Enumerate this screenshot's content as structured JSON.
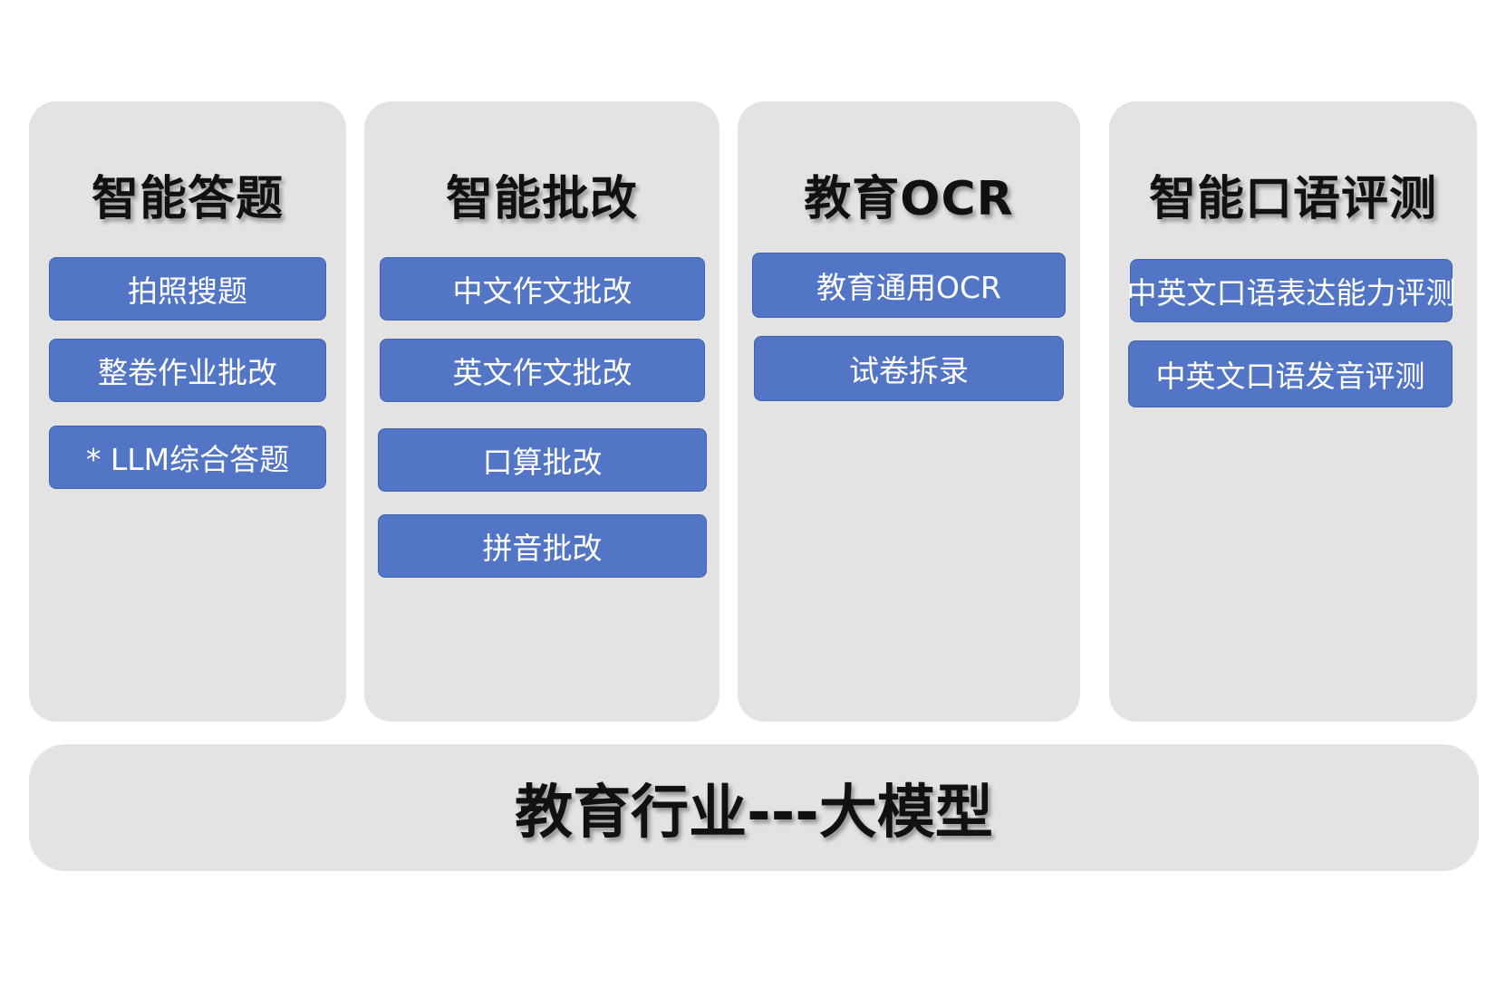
{
  "columns": [
    {
      "title": "智能答题",
      "items": [
        "拍照搜题",
        "整卷作业批改",
        "* LLM综合答题"
      ]
    },
    {
      "title": "智能批改",
      "items": [
        "中文作文批改",
        "英文作文批改",
        "口算批改",
        "拼音批改"
      ]
    },
    {
      "title": "教育OCR",
      "items": [
        "教育通用OCR",
        "试卷拆录"
      ]
    },
    {
      "title": "智能口语评测",
      "items": [
        "中英文口语表达能力评测",
        "中英文口语发音评测"
      ]
    }
  ],
  "base": {
    "title": "教育行业---大模型"
  },
  "colors": {
    "panel": "#e3e3e3",
    "item": "#5275c6",
    "item_text": "#ffffff",
    "title_text": "#111111"
  }
}
